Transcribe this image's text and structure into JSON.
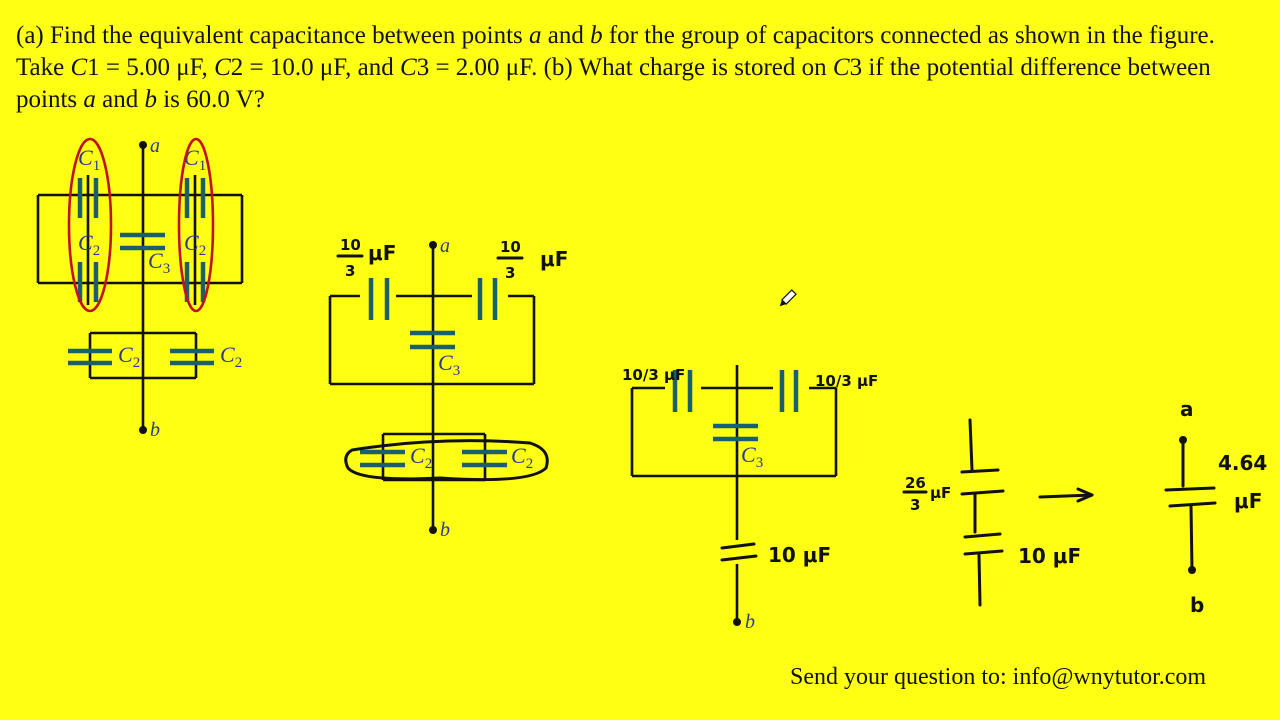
{
  "question": {
    "s1": "(a) Find the equivalent capacitance between points ",
    "a": "a",
    "s2": " and ",
    "b": "b",
    "s3": " for the group of capacitors connected as shown in the figure. Take ",
    "c1": "C",
    "s4": "1 = 5.00 μF, ",
    "c2": "C",
    "s5": "2 = 10.0 μF, and ",
    "c3": "C",
    "s6": "3 = 2.00 μF. (b) What charge is stored on ",
    "c4": "C",
    "s7": "3 if the potential difference between points ",
    "a2": "a",
    "s8": " and ",
    "b2": "b",
    "s9": " is 60.0 V?"
  },
  "footer": "Send your question to: info@wnytutor.com",
  "labels": {
    "c": "C",
    "n1": "1",
    "n2": "2",
    "n3": "3",
    "a": "a",
    "b": "b"
  },
  "handwriting": {
    "ten_over_three_num": "10",
    "ten_over_three_den": "3",
    "uf": "μF",
    "ten_third_uf": "10/3 μF",
    "ten_uf": "10 μF",
    "twentysix_num": "26",
    "twentysix_den": "3",
    "uf2": "μF",
    "result_value": "4.64",
    "result_unit": "μF",
    "a": "a",
    "b": "b"
  },
  "colors": {
    "background": "#ffff14",
    "capacitor": "#1a5f6e",
    "label": "#2b3a8f",
    "circle": "#c0121c"
  },
  "icons": [
    "pencil-cursor-icon"
  ]
}
